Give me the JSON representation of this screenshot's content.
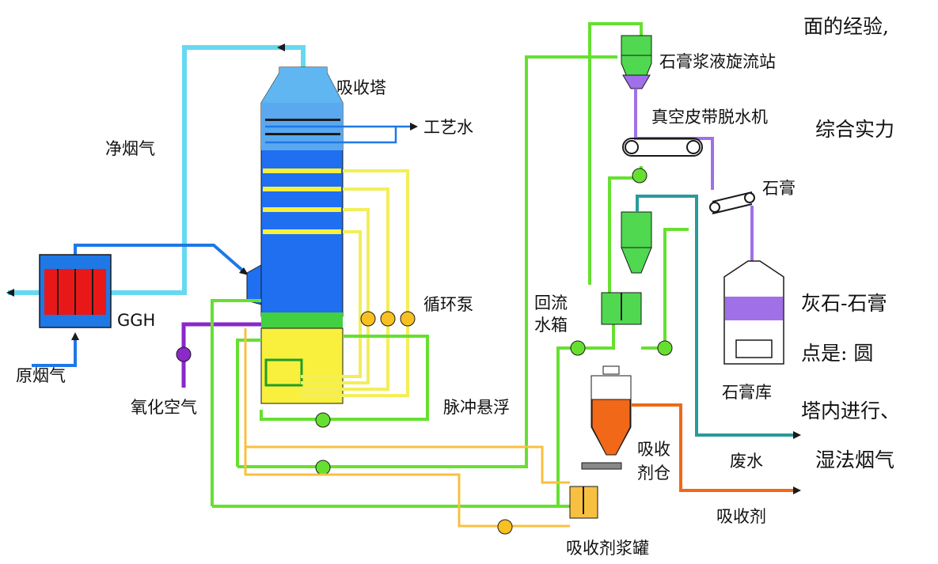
{
  "colors": {
    "clean_gas": "#66d9f0",
    "flue_gas": "#1e78e6",
    "tower_body": "#1f6ff0",
    "tower_top": "#60b6f0",
    "slurry_yellow": "#f8f03c",
    "circulation_yellow": "#f3ee5a",
    "green_line": "#66e030",
    "orange_line": "#f8c040",
    "oxidation_air": "#8a28c8",
    "gypsum_purple": "#a070e8",
    "wastewater": "#2a9a9a",
    "absorbent": "#f06818",
    "ggh_red": "#e81818"
  },
  "labels": {
    "absorber_tower": "吸收塔",
    "process_water": "工艺水",
    "clean_flue_gas": "净烟气",
    "ggh": "GGH",
    "raw_flue_gas": "原烟气",
    "oxidation_air": "氧化空气",
    "circulation_pump": "循环泵",
    "pulse_suspension": "脉冲悬浮",
    "return_tank_1": "回流",
    "return_tank_2": "水箱",
    "hydrocyclone": "石膏浆液旋流站",
    "vacuum_belt": "真空皮带脱水机",
    "gypsum": "石膏",
    "gypsum_store": "石膏库",
    "wastewater": "废水",
    "absorbent_silo_1": "吸收",
    "absorbent_silo_2": "剂仓",
    "absorbent": "吸收剂",
    "absorbent_slurry_tank": "吸收剂浆罐"
  },
  "side_text": {
    "line1": "面的经验,",
    "line2": "综合实力",
    "line3": "灰石-石膏",
    "line4": "点是: 圆",
    "line5": "塔内进行、",
    "line6": "湿法烟气"
  }
}
